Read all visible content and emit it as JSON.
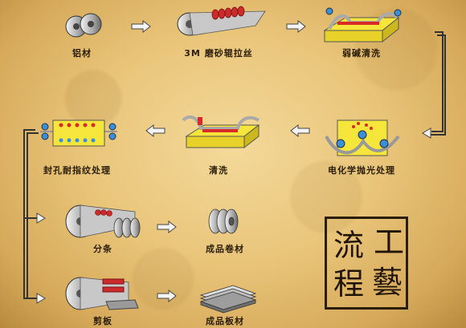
{
  "labels": {
    "aluminum": "铝材",
    "brushing": "3M 磨砂辊拉丝",
    "alkali_wash": "弱碱清洗",
    "electro_polish": "电化学抛光处理",
    "rinse": "清洗",
    "sealing": "封孔耐指纹处理",
    "slitting": "分条",
    "coil_product": "成品卷材",
    "shearing": "剪板",
    "sheet_product": "成品板材"
  },
  "seal": {
    "chars": [
      "工",
      "流",
      "藝",
      "程"
    ]
  }
}
